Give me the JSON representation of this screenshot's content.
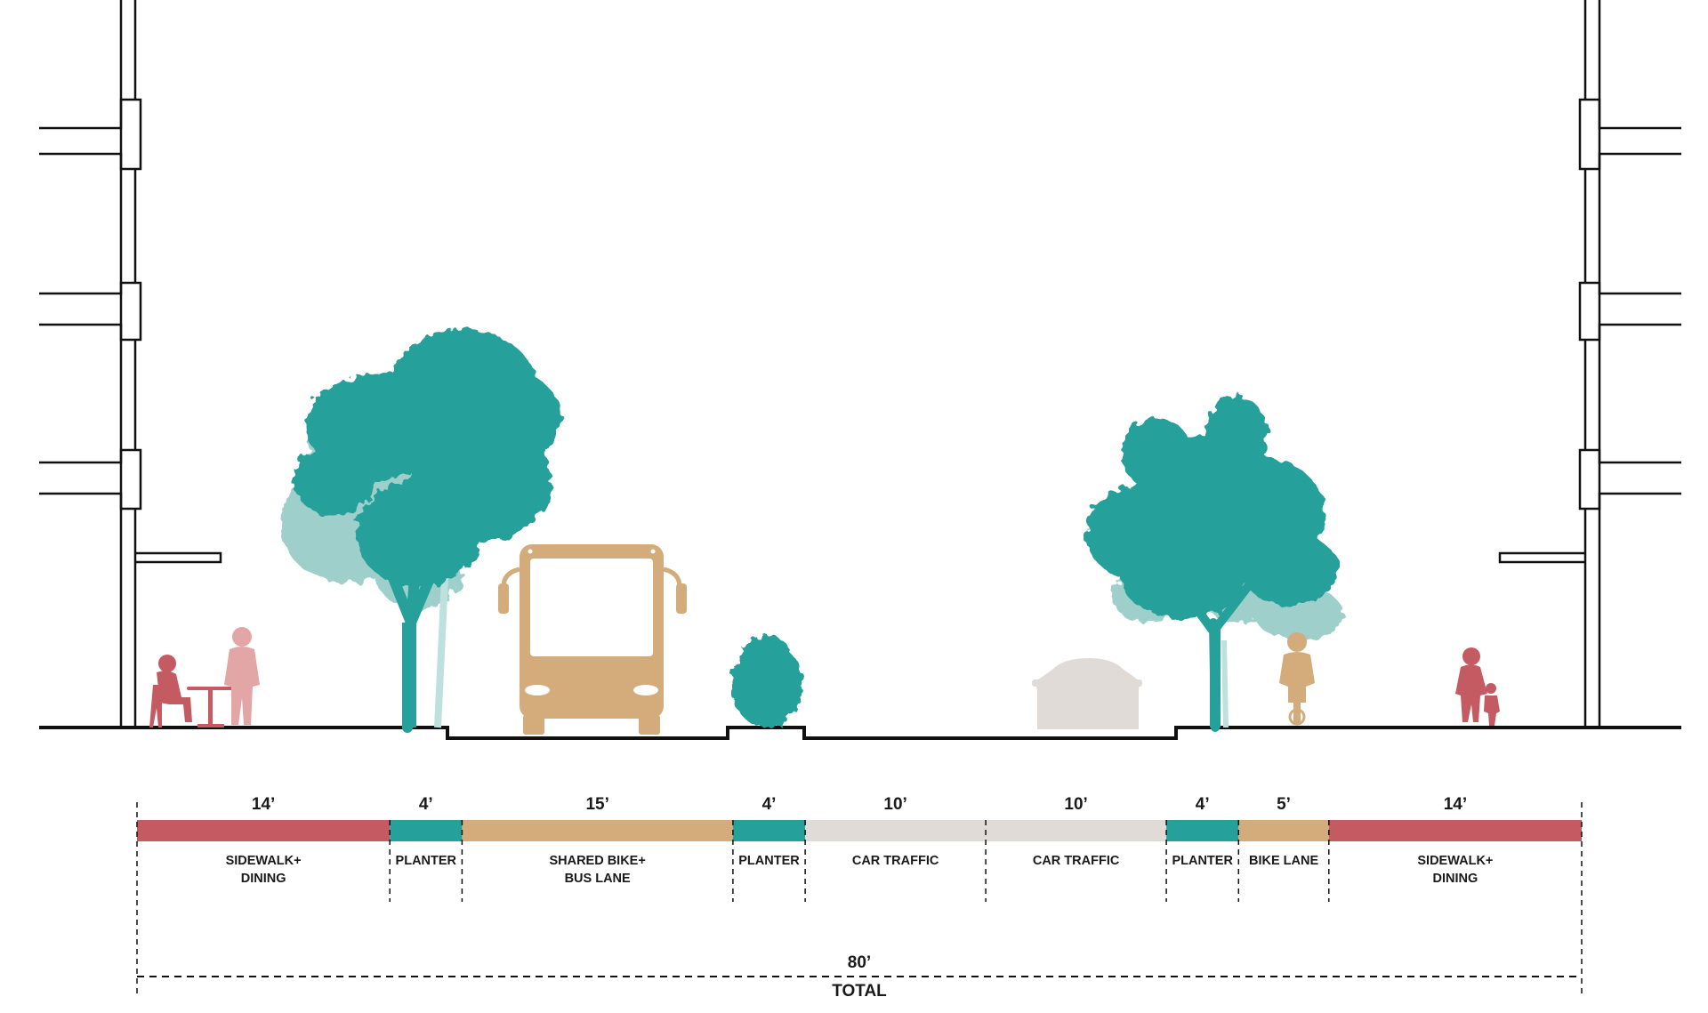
{
  "colors": {
    "sidewalk": "#c45a62",
    "planter": "#25a09a",
    "tan": "#d4ab7a",
    "car": "#e0dbd7",
    "line": "#111111",
    "person_light": "#e3a6a6"
  },
  "segments": [
    {
      "width": "14’",
      "feet": 14,
      "kind": "sidewalk",
      "label_lines": [
        "SIDEWALK+",
        "DINING"
      ]
    },
    {
      "width": "4’",
      "feet": 4,
      "kind": "planter",
      "label_lines": [
        "PLANTER"
      ]
    },
    {
      "width": "15’",
      "feet": 15,
      "kind": "tan",
      "label_lines": [
        "SHARED BIKE+",
        "BUS LANE"
      ]
    },
    {
      "width": "4’",
      "feet": 4,
      "kind": "planter",
      "label_lines": [
        "PLANTER"
      ]
    },
    {
      "width": "10’",
      "feet": 10,
      "kind": "car",
      "label_lines": [
        "CAR TRAFFIC"
      ]
    },
    {
      "width": "10’",
      "feet": 10,
      "kind": "car",
      "label_lines": [
        "CAR TRAFFIC"
      ]
    },
    {
      "width": "4’",
      "feet": 4,
      "kind": "planter",
      "label_lines": [
        "PLANTER"
      ]
    },
    {
      "width": "5’",
      "feet": 5,
      "kind": "tan",
      "label_lines": [
        "BIKE LANE"
      ]
    },
    {
      "width": "14’",
      "feet": 14,
      "kind": "sidewalk",
      "label_lines": [
        "SIDEWALK+",
        "DINING"
      ]
    }
  ],
  "total": {
    "value": "80’",
    "label": "TOTAL"
  },
  "icons": [
    "building-outline-icon",
    "tree-icon",
    "bus-icon",
    "shrub-icon",
    "car-icon",
    "cyclist-icon",
    "pedestrian-icon",
    "cafe-table-icon"
  ]
}
